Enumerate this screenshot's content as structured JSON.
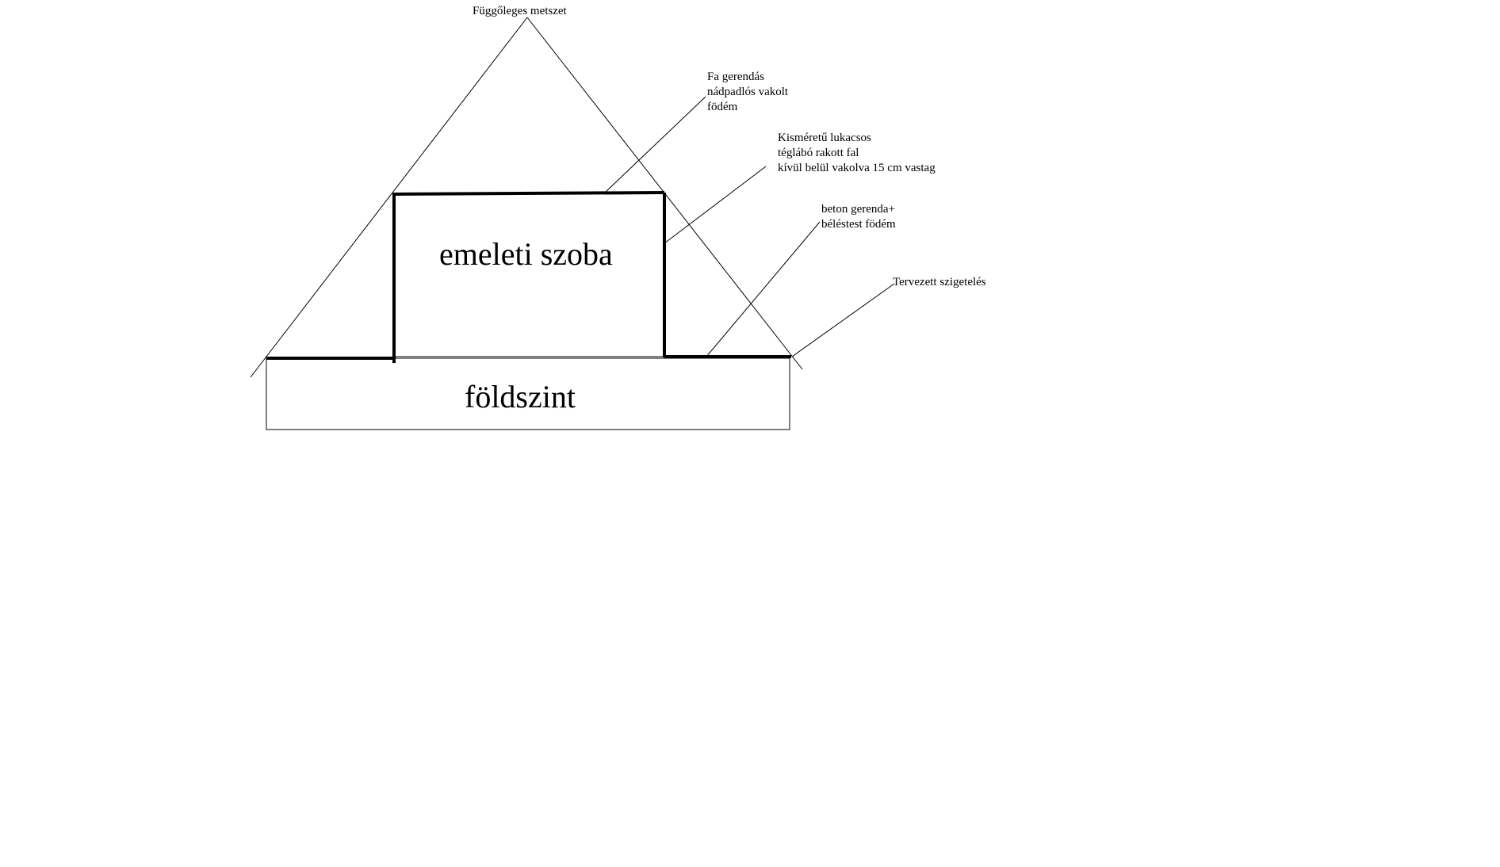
{
  "diagram": {
    "title": "Függőleges metszet",
    "rooms": {
      "upper_room": "emeleti szoba",
      "ground_floor": "földszint"
    },
    "labels": {
      "timber_ceiling": [
        "Fa gerendás",
        "nádpadlós vakolt",
        "födém"
      ],
      "brick_wall": [
        "Kisméretű lukacsos",
        "téglábó rakott fal",
        "kívül belül vakolva  15 cm vastag"
      ],
      "concrete_slab": [
        "beton gerenda+",
        "béléstest födém"
      ],
      "insulation": [
        "Tervezett szigetelés"
      ]
    },
    "colors": {
      "line": "#000000",
      "background": "#ffffff"
    }
  }
}
